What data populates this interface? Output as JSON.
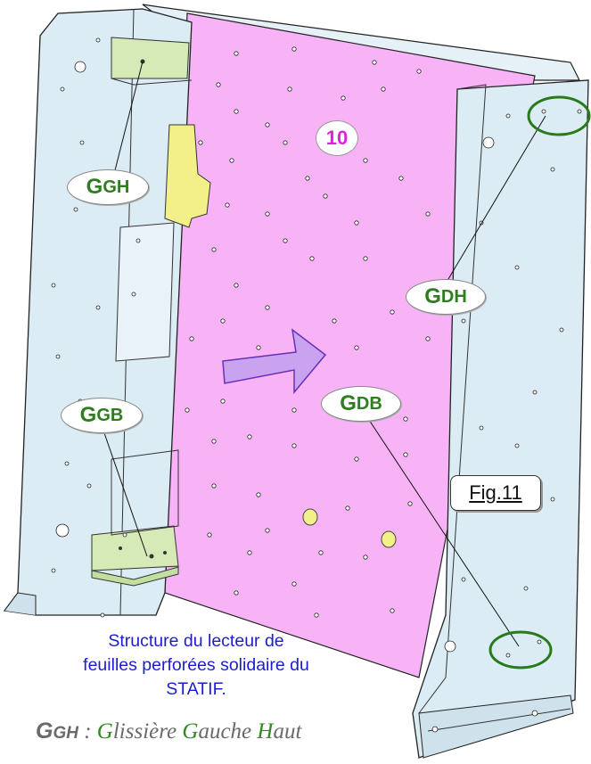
{
  "labels": {
    "ggh": {
      "first": "G",
      "rest": "GH"
    },
    "ggb": {
      "first": "G",
      "rest": "GB"
    },
    "gdh": {
      "first": "G",
      "rest": "DH"
    },
    "gdb": {
      "first": "G",
      "rest": "DB"
    }
  },
  "part_number": "10",
  "figure_label": "Fig.11",
  "caption": {
    "line1": "Structure du lecteur de",
    "line2": "feuilles perforées solidaire du",
    "line3": "STATIF."
  },
  "legend": {
    "abbr_first": "G",
    "abbr_rest": "GH",
    "separator": " : ",
    "w1_initial": "G",
    "w1_rest": "lissière ",
    "w2_initial": "G",
    "w2_rest": "auche ",
    "w3_initial": "H",
    "w3_rest": "aut"
  },
  "colors": {
    "panel_blue": "#dcecf4",
    "panel_pink": "#f7b3f5",
    "rail_green": "#d6eab8",
    "plate_yellow": "#f3f08a",
    "arrow_purple": "#c9a2f0",
    "label_green": "#2e7d1f",
    "caption_blue": "#1d1dd0",
    "marker_pink": "#e020e0"
  }
}
